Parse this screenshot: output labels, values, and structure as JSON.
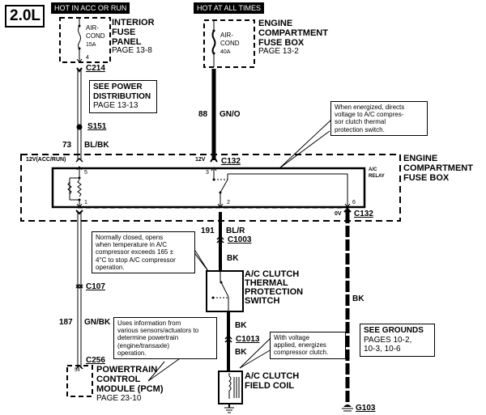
{
  "engine_label": "2.0L",
  "power_headers": {
    "left": "HOT IN ACC OR RUN",
    "right": "HOT AT ALL TIMES"
  },
  "interior_fuse_panel": {
    "fuse_name_1": "AIR-",
    "fuse_name_2": "COND",
    "rating": "15A",
    "pin": "4",
    "title_1": "INTERIOR",
    "title_2": "FUSE",
    "title_3": "PANEL",
    "page": "PAGE 13-8"
  },
  "engine_fuse_box_top": {
    "fuse_name_1": "AIR-",
    "fuse_name_2": "COND",
    "rating": "40A",
    "title_1": "ENGINE",
    "title_2": "COMPARTMENT",
    "title_3": "FUSE BOX",
    "page": "PAGE 13-2"
  },
  "connectors": {
    "c214": "C214",
    "s151": "S151",
    "c132_top": "C132",
    "c132_bottom": "C132",
    "c1003": "C1003",
    "c107": "C107",
    "c1013": "C1013",
    "c256": "C256",
    "g103": "G103"
  },
  "power_distribution_note": {
    "line1": "SEE POWER",
    "line2": "DISTRIBUTION",
    "page": "PAGE 13-13"
  },
  "wires": {
    "w88_num": "88",
    "w88_color": "GN/O",
    "w73_num": "73",
    "w73_color": "BL/BK",
    "w191_num": "191",
    "w191_color": "BL/R",
    "w187_num": "187",
    "w187_color": "GN/BK",
    "bk1": "BK",
    "bk2": "BK",
    "bk3": "BK",
    "bk_ground": "BK"
  },
  "relay_box": {
    "voltage_left": "12V(ACC/RUN)",
    "voltage_mid": "12V",
    "voltage_right": "0V",
    "pin5": "5",
    "pin1": "1",
    "pin3": "3",
    "pin2": "2",
    "pin6": "6",
    "relay_label_1": "A/C",
    "relay_label_2": "RELAY",
    "box_title_1": "ENGINE",
    "box_title_2": "COMPARTMENT",
    "box_title_3": "FUSE BOX"
  },
  "relay_note": {
    "line1": "When energized, directs",
    "line2": "voltage to A/C compres-",
    "line3": "sor clutch thermal",
    "line4": "protection switch."
  },
  "thermal_note": {
    "line1": "Normally closed, opens",
    "line2": "when temperature in A/C",
    "line3": "compressor exceeds 165 ±",
    "line4": "4°C to stop A/C compressor",
    "line5": "operation."
  },
  "thermal_switch": {
    "line1": "A/C CLUTCH",
    "line2": "THERMAL",
    "line3": "PROTECTION",
    "line4": "SWITCH"
  },
  "pcm_note": {
    "line1": "Uses information from",
    "line2": "various sensors/actuators to",
    "line3": "determine powertrain",
    "line4": "(engine/transaxle)",
    "line5": "operation."
  },
  "pcm": {
    "pin": "54",
    "line1": "POWERTRAIN",
    "line2": "CONTROL",
    "line3": "MODULE (PCM)",
    "page": "PAGE 23-10"
  },
  "clutch_note": {
    "line1": "With voltage",
    "line2": "applied, energizes",
    "line3": "compressor clutch."
  },
  "clutch_coil": {
    "line1": "A/C CLUTCH",
    "line2": "FIELD COIL"
  },
  "grounds_note": {
    "line1": "SEE GROUNDS",
    "line2": "PAGES 10-2,",
    "line3": "10-3, 10-6"
  }
}
